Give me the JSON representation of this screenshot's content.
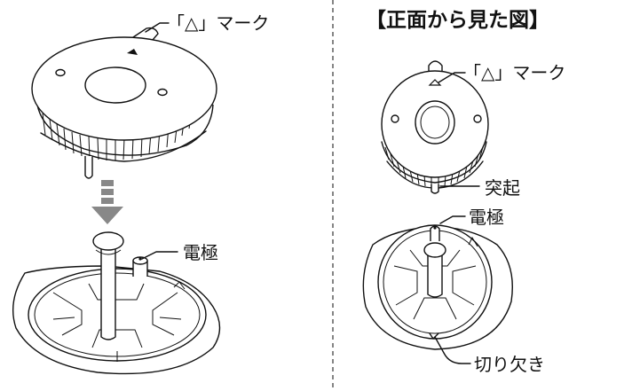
{
  "left_panel": {
    "mark_label": "「△」マーク",
    "electrode_label": "電極"
  },
  "right_panel": {
    "title": "【正面から見た図】",
    "mark_label": "「△」マーク",
    "protrusion_label": "突起",
    "electrode_label": "電極",
    "notch_label": "切り欠き"
  }
}
